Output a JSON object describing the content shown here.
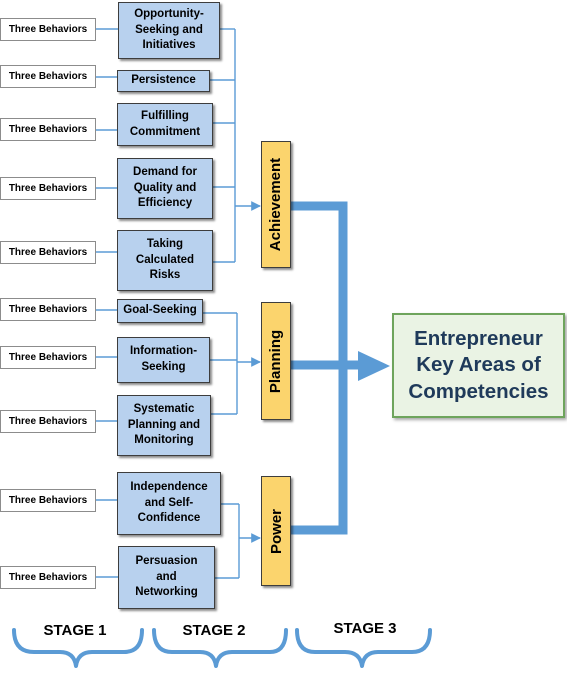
{
  "behavior_label": "Three Behaviors",
  "competencies": [
    {
      "id": "opportunity-seeking",
      "label": "Opportunity-\nSeeking and\nInitiatives"
    },
    {
      "id": "persistence",
      "label": "Persistence"
    },
    {
      "id": "fulfilling-commitment",
      "label": "Fulfilling\nCommitment"
    },
    {
      "id": "demand-for-quality",
      "label": "Demand for\nQuality and\nEfficiency"
    },
    {
      "id": "taking-calculated-risks",
      "label": "Taking\nCalculated\nRisks"
    },
    {
      "id": "goal-seeking",
      "label": "Goal-Seeking"
    },
    {
      "id": "information-seeking",
      "label": "Information-\nSeeking"
    },
    {
      "id": "systematic-planning",
      "label": "Systematic\nPlanning and\nMonitoring"
    },
    {
      "id": "independence",
      "label": "Independence\nand Self-\nConfidence"
    },
    {
      "id": "persuasion",
      "label": "Persuasion\nand\nNetworking"
    }
  ],
  "areas": {
    "achievement": "Achievement",
    "planning": "Planning",
    "power": "Power"
  },
  "target": "Entrepreneur\nKey Areas of\nCompetencies",
  "stages": [
    "STAGE 1",
    "STAGE 2",
    "STAGE 3"
  ],
  "colors": {
    "connector": "#5b9bd5",
    "competency_fill": "#b8d1ee",
    "area_fill": "#fbd46d",
    "target_fill": "#eaf3e4",
    "target_border": "#6ea45c",
    "target_text": "#1f3a5a"
  }
}
